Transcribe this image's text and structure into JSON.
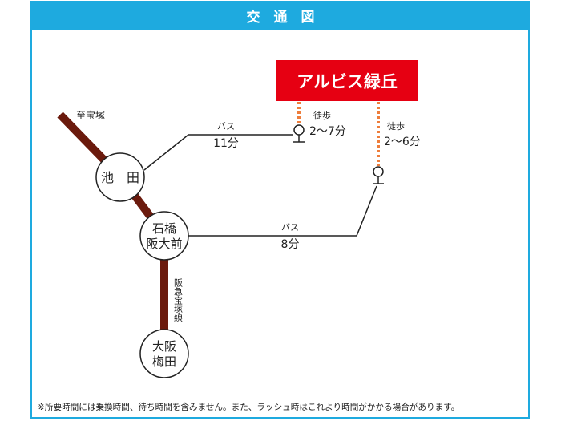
{
  "header": {
    "title": "交　通　図"
  },
  "destination": {
    "label": "アルビス緑丘"
  },
  "rail": {
    "direction_label": "至宝塚",
    "line_name": "阪急宝塚線"
  },
  "stations": [
    {
      "lines": [
        "池　田"
      ]
    },
    {
      "lines": [
        "石橋",
        "阪大前"
      ]
    },
    {
      "lines": [
        "大阪",
        "梅田"
      ]
    }
  ],
  "routes": [
    {
      "mode": "バス",
      "time": "11分"
    },
    {
      "mode": "バス",
      "time": "8分"
    }
  ],
  "walks": [
    {
      "mode": "徒歩",
      "time": "2〜7分"
    },
    {
      "mode": "徒歩",
      "time": "2〜6分"
    }
  ],
  "footnote": "※所要時間には乗換時間、待ち時間を含みません。また、ラッシュ時はこれより時間がかかる場合があります。",
  "colors": {
    "header": "#1eaadf",
    "destination": "#e60012",
    "rail": "#6b1a0d",
    "walk": "#ee7d3b"
  }
}
